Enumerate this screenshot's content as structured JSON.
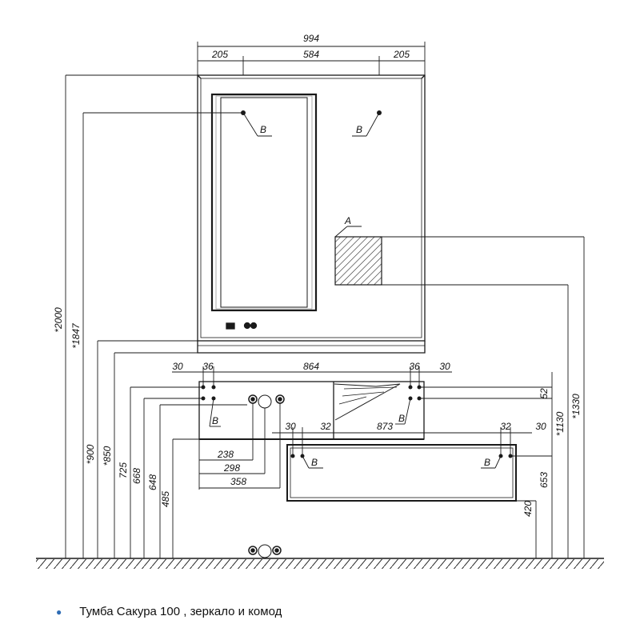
{
  "dimensions": {
    "overall_width": "994",
    "side_left": "205",
    "center": "584",
    "side_right": "205",
    "h2000": "*2000",
    "h1847": "*1847",
    "h900": "*900",
    "h850": "*850",
    "h725": "725",
    "h668": "668",
    "h648": "648",
    "h485": "485",
    "t30_left": "30",
    "t36_left": "36",
    "t864": "864",
    "t36_right": "36",
    "t30_right": "30",
    "d238": "238",
    "d298": "298",
    "d358": "358",
    "c30_left": "30",
    "c32_left": "32",
    "c873": "873",
    "c32_right": "32",
    "c30_right": "30",
    "r52": "52",
    "r1130": "*1130",
    "r1330": "*1330",
    "r653": "653",
    "r420": "420"
  },
  "labels": {
    "b": "B",
    "a": "A"
  },
  "caption": "Тумба Сакура 100 , зеркало и комод",
  "colors": {
    "line": "#1a1a1a",
    "bullet": "#2f6db5"
  }
}
